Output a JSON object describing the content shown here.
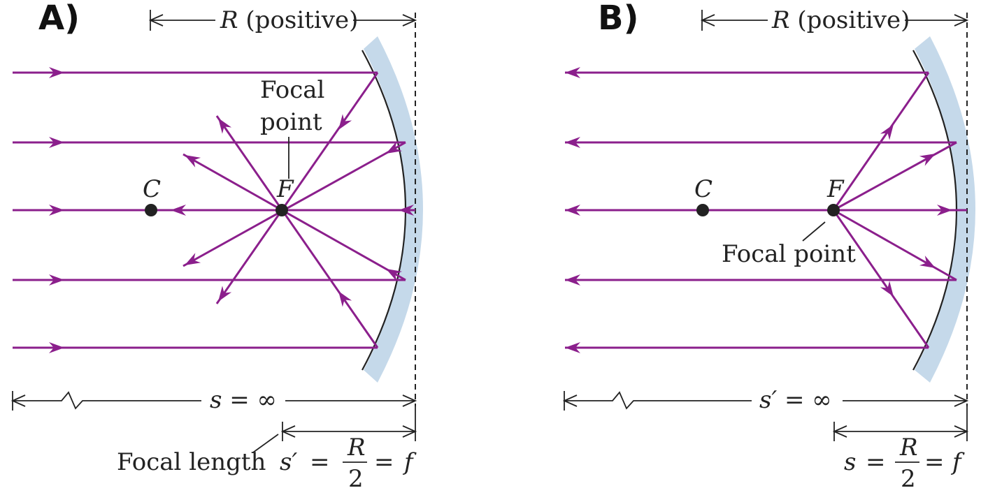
{
  "panels": [
    {
      "label": "A)",
      "R_label": "R",
      "R_suffix": " (positive)",
      "focal_text_line1": "Focal",
      "focal_text_line2": "point",
      "C_label": "C",
      "F_label": "F",
      "s_label_var": "s",
      "s_label_rest": " = ∞",
      "bottom_lhs": "s′",
      "eq1": "=",
      "frac_num": "R",
      "frac_den": "2",
      "eq2": "=",
      "f_label": "f",
      "focal_length_label": "Focal length"
    },
    {
      "label": "B)",
      "R_label": "R",
      "R_suffix": " (positive)",
      "focal_text": "Focal point",
      "C_label": "C",
      "F_label": "F",
      "s_label_var": "s′",
      "s_label_rest": " = ∞",
      "bottom_lhs": "s",
      "eq1": "=",
      "frac_num": "R",
      "frac_den": "2",
      "eq2": "=",
      "f_label": "f"
    }
  ],
  "colors": {
    "ray": "#8b1f8c",
    "mirror_fill": "#c5d9ea",
    "ink": "#222222"
  }
}
